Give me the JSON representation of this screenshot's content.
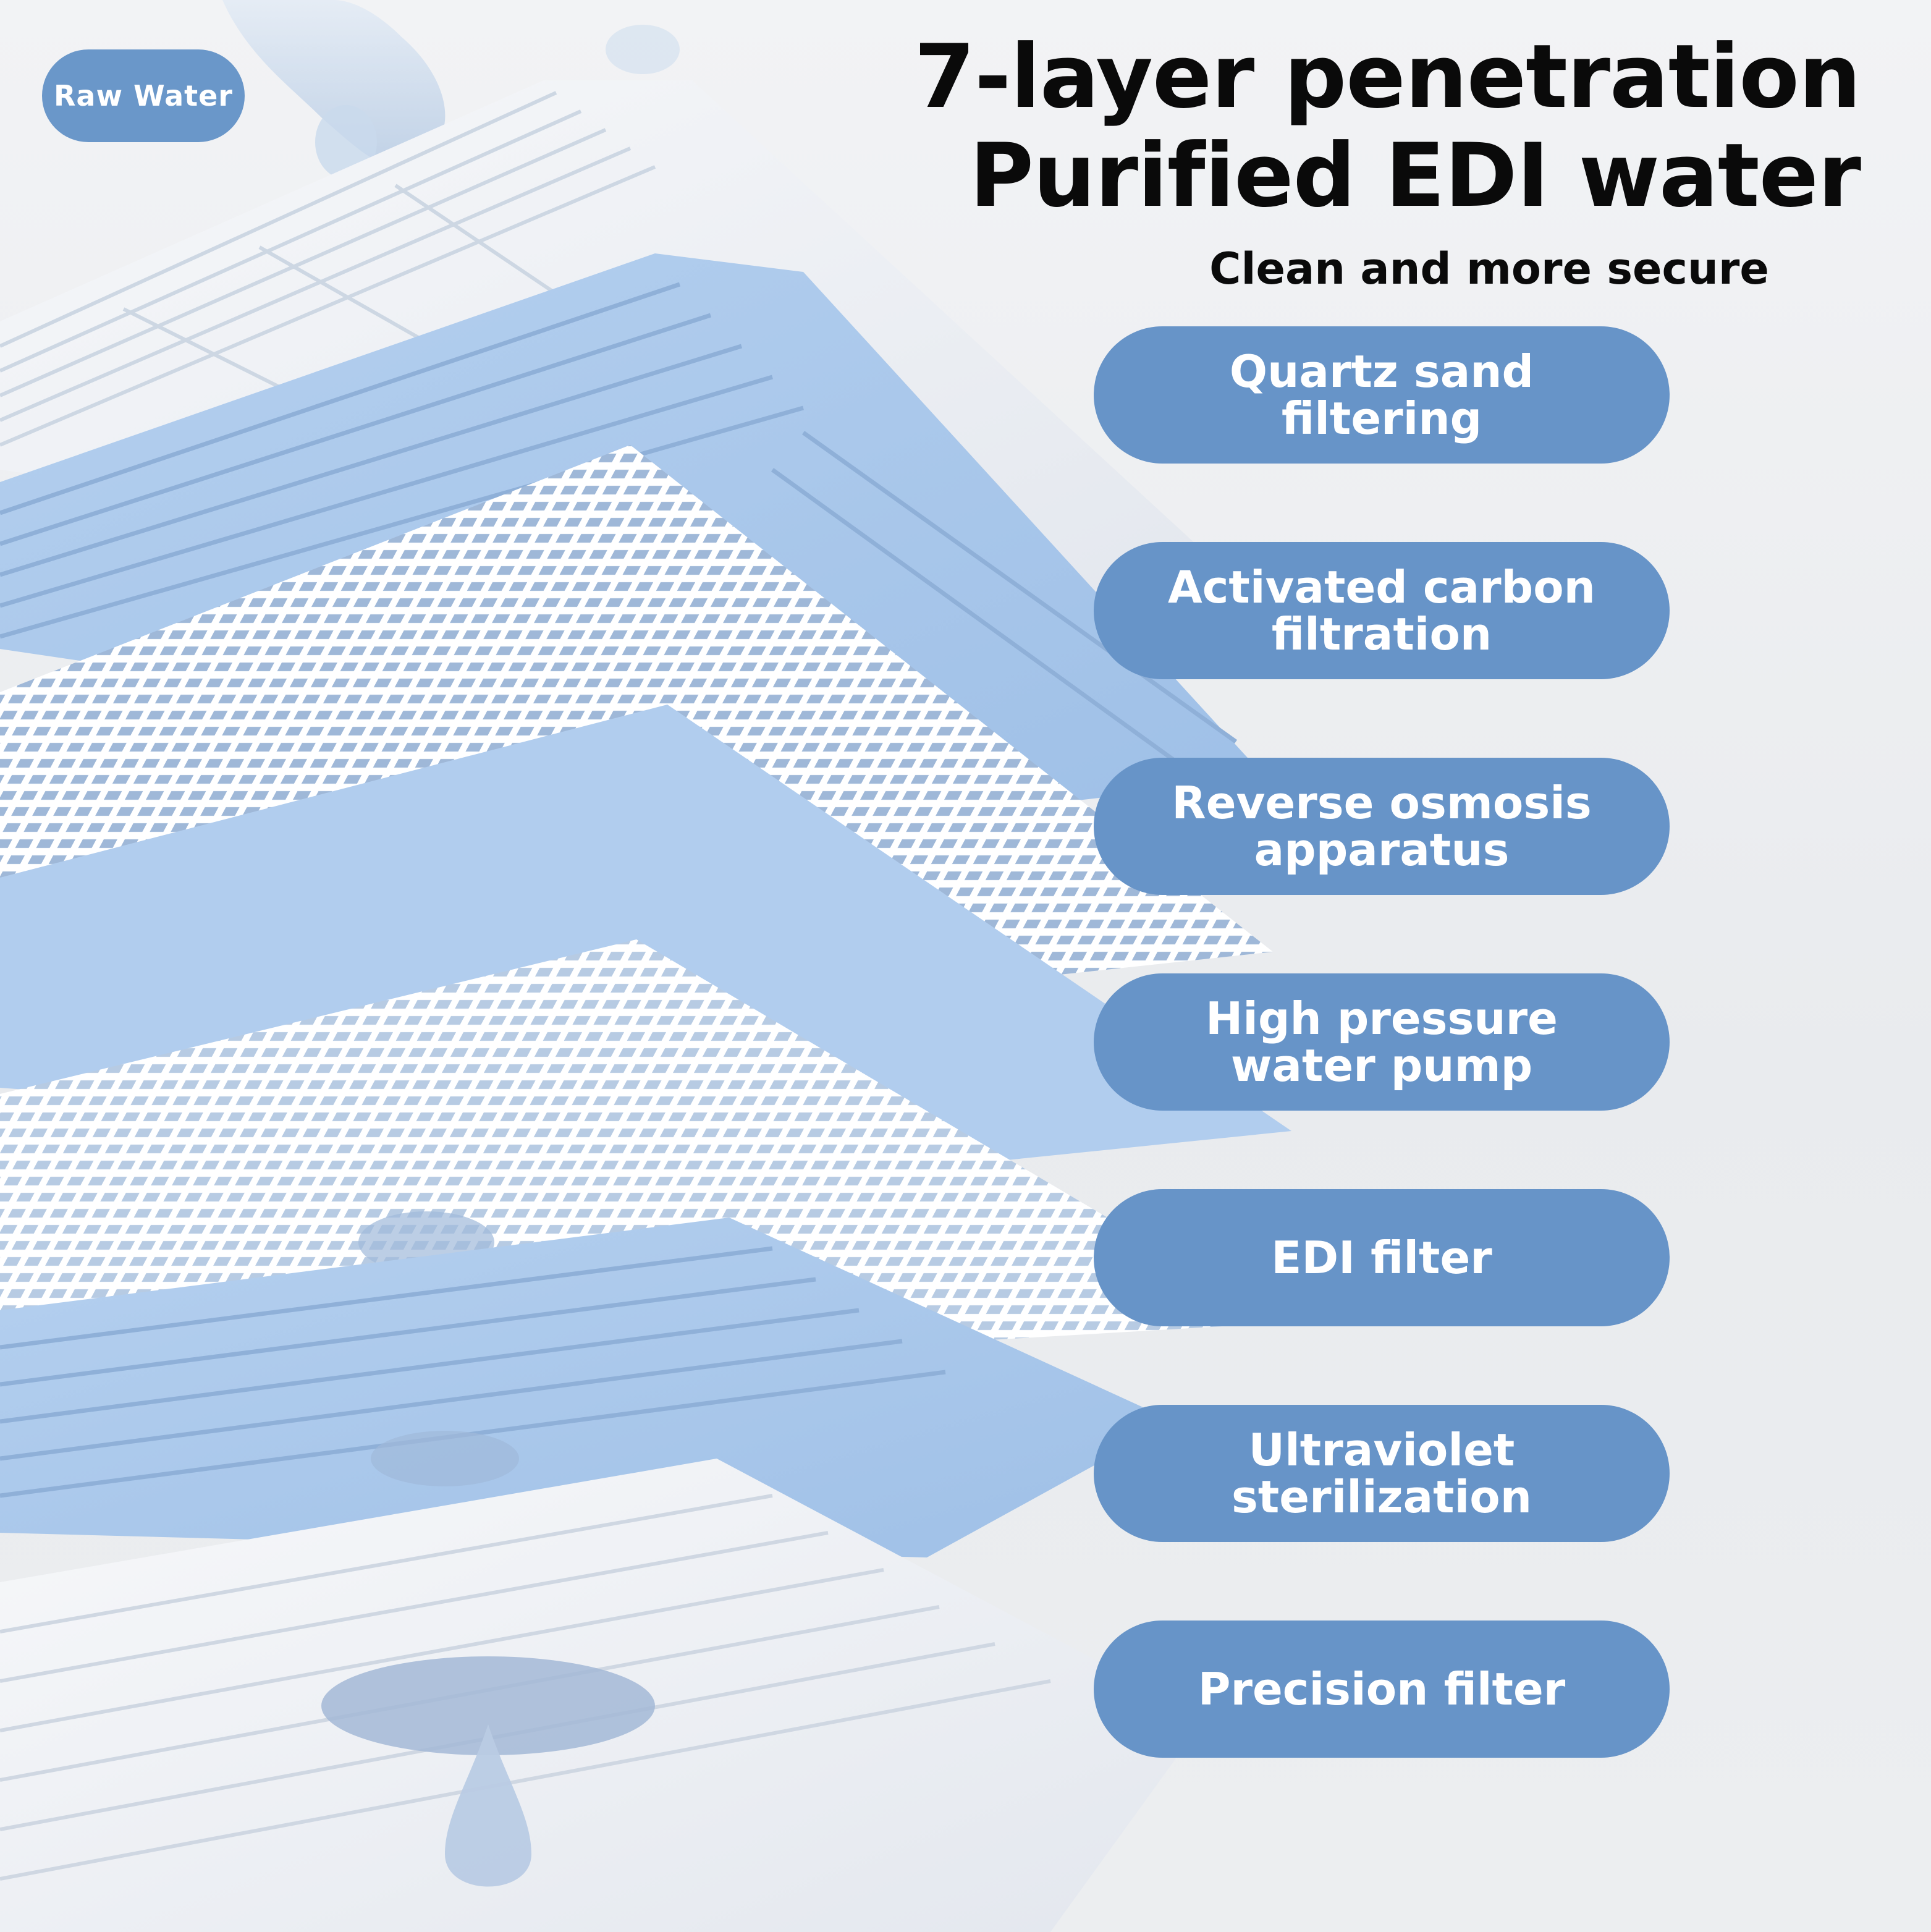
{
  "title": {
    "line1": "7-layer penetration",
    "line2": "Purified EDI water"
  },
  "subtitle": "Clean and more secure",
  "inlet_label": "Raw Water",
  "stages": [
    {
      "label": "Quartz sand filtering"
    },
    {
      "label": "Activated carbon filtration"
    },
    {
      "label": "Reverse osmosis apparatus"
    },
    {
      "label": "High pressure water pump"
    },
    {
      "label": "EDI filter"
    },
    {
      "label": "Ultraviolet sterilization"
    },
    {
      "label": "Precision filter"
    }
  ],
  "colors": {
    "badge": "#6794c8",
    "layer_blue": "#a9c7ea",
    "layer_white": "#f4f6f9",
    "text_dark": "#0a0a0a"
  }
}
